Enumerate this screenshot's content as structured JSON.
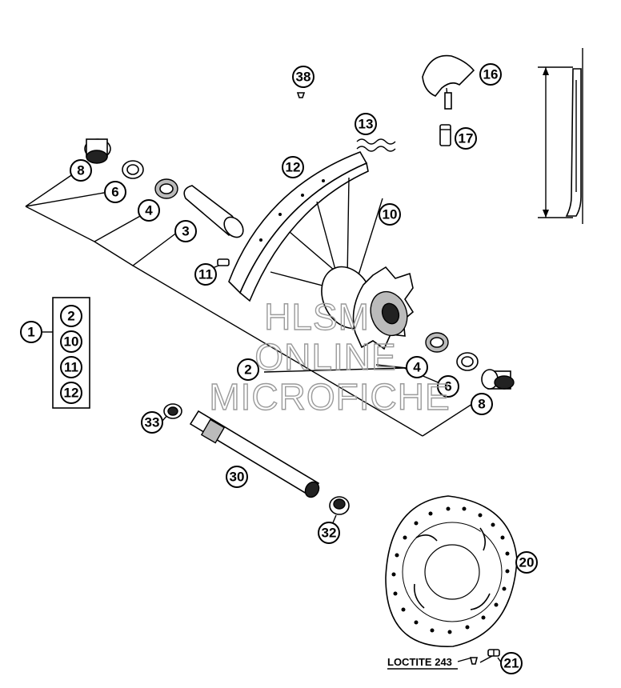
{
  "callouts": {
    "c38": "38",
    "c16": "16",
    "c17": "17",
    "c13": "13",
    "c8a": "8",
    "c6a": "6",
    "c4a": "4",
    "c3": "3",
    "c12": "12",
    "c10": "10",
    "c11": "11",
    "c1": "1",
    "g2": "2",
    "g10": "10",
    "g11": "11",
    "g12": "12",
    "c2": "2",
    "c4b": "4",
    "c6b": "6",
    "c8b": "8",
    "c33": "33",
    "c30": "30",
    "c32": "32",
    "c20": "20",
    "c21": "21"
  },
  "notes": {
    "loctite": "LOCTITE 243"
  },
  "watermark": {
    "line1": "HLSM",
    "line2": "ONLINE",
    "line3": "MICROFICHE"
  }
}
